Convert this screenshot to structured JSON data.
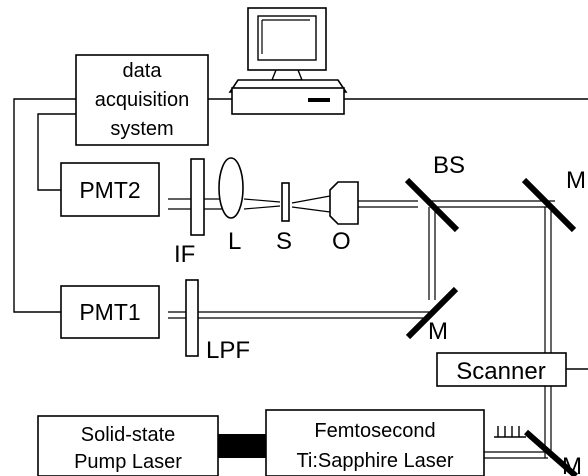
{
  "labels": {
    "daq_line1": "data",
    "daq_line2": "acquisition",
    "daq_line3": "system",
    "pmt2": "PMT2",
    "pmt1": "PMT1",
    "if_filter": "IF",
    "lens": "L",
    "sample": "S",
    "objective": "O",
    "beam_splitter": "BS",
    "mirror_top": "M",
    "mirror_mid": "M",
    "mirror_bottom": "M",
    "lpf": "LPF",
    "scanner": "Scanner",
    "pump_line1": "Solid-state",
    "pump_line2": "Pump Laser",
    "fs_line1": "Femtosecond",
    "fs_line2": "Ti:Sapphire Laser"
  },
  "icons": {
    "computer": "computer-icon",
    "pulse_train": "pulse-train-icon"
  },
  "colors": {
    "ink": "#000000",
    "background": "#ffffff"
  }
}
